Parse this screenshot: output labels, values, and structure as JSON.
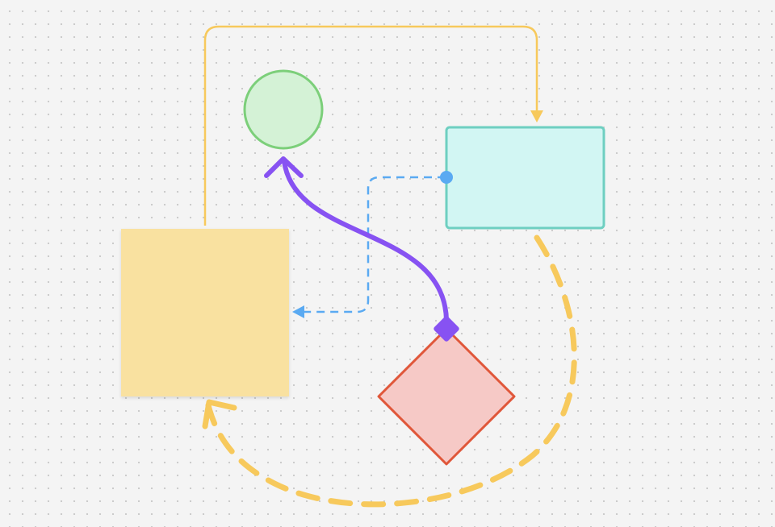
{
  "canvas": {
    "background": "#f4f4f4",
    "grid": "dotted"
  },
  "colors": {
    "sticky_fill": "#f9e1a0",
    "circle_fill": "#d4f2d6",
    "circle_stroke": "#7ccf7a",
    "rect_fill": "#d2f6f3",
    "rect_stroke": "#6ecfc1",
    "diamond_fill": "#f6c9c6",
    "diamond_stroke": "#e0573a",
    "connector_yellow": "#f7c95c",
    "connector_blue": "#5aaaf2",
    "connector_purple": "#8752f2"
  },
  "shapes": [
    {
      "id": "sticky-note",
      "kind": "sticky-note",
      "text": ""
    },
    {
      "id": "circle",
      "kind": "circle",
      "text": ""
    },
    {
      "id": "rectangle",
      "kind": "rounded-rectangle",
      "text": ""
    },
    {
      "id": "diamond",
      "kind": "diamond",
      "text": ""
    }
  ],
  "connectors": [
    {
      "id": "yellow-elbow",
      "from": "sticky-note",
      "to": "rectangle",
      "style": "solid",
      "end": "arrow"
    },
    {
      "id": "blue-dashed",
      "from": "rectangle",
      "to": "sticky-note",
      "style": "dashed",
      "start": "dot",
      "end": "triangle-arrow"
    },
    {
      "id": "purple-curve",
      "from": "diamond",
      "to": "circle",
      "style": "solid-thick",
      "start": "diamond",
      "end": "open-arrow"
    },
    {
      "id": "yellow-dashed-curve",
      "from": "rectangle",
      "to": "sticky-note",
      "style": "dashed-thick",
      "end": "open-arrow"
    }
  ]
}
